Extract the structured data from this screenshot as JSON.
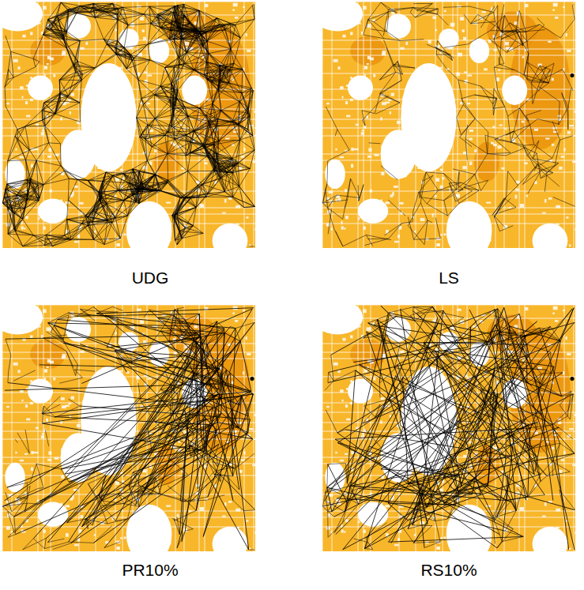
{
  "diagram": {
    "labels": [
      "UDG",
      "LS",
      "PR10%",
      "RS10%"
    ]
  }
}
